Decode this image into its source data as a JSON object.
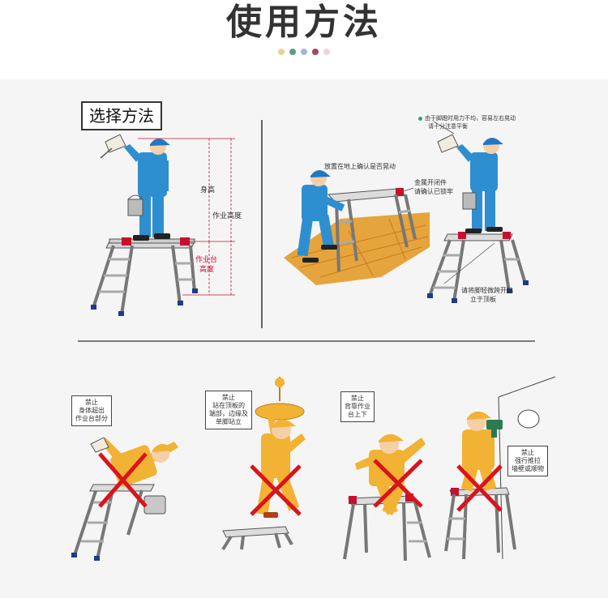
{
  "header": {
    "title": "使用方法",
    "dot_colors": [
      "#e4d29a",
      "#5b9c8a",
      "#a9b4dc",
      "#9b4a6a",
      "#f3d3d8"
    ]
  },
  "section_top": {
    "method_title": "选择方法",
    "labels": {
      "height": "身高",
      "work_height": "作业高度",
      "platform_height_1": "作业台",
      "platform_height_2": "高度",
      "place_on_ground": "放置在地上确认是否晃动",
      "metal_lock_1": "金属开闭件",
      "metal_lock_2": "请确认已锁牢",
      "shaking_warning_1": "由于脚蹬时用力不均，容易左右晃动",
      "shaking_warning_2": "请十分注意平衡",
      "spread_feet_1": "请将脚轻微跨开站",
      "spread_feet_2": "立于顶板"
    }
  },
  "prohibitions": [
    {
      "lines": [
        "禁止",
        "身体超出",
        "作业台部分"
      ]
    },
    {
      "lines": [
        "禁止",
        "站在顶板的",
        "端部，边缘及",
        "单脚站立"
      ]
    },
    {
      "lines": [
        "禁止",
        "背靠作业",
        "台上下"
      ]
    },
    {
      "lines": [
        "禁止",
        "强行推拉",
        "墙壁或顺物"
      ]
    }
  ],
  "colors": {
    "worker_blue": "#2d8fd0",
    "cap_blue": "#2277c2",
    "worker_yellow": "#f2b233",
    "ladder_red": "#c8102e",
    "floor_wood": "#e6a43c",
    "cross_red": "#d9141b",
    "green_dot": "#2aa46b"
  }
}
